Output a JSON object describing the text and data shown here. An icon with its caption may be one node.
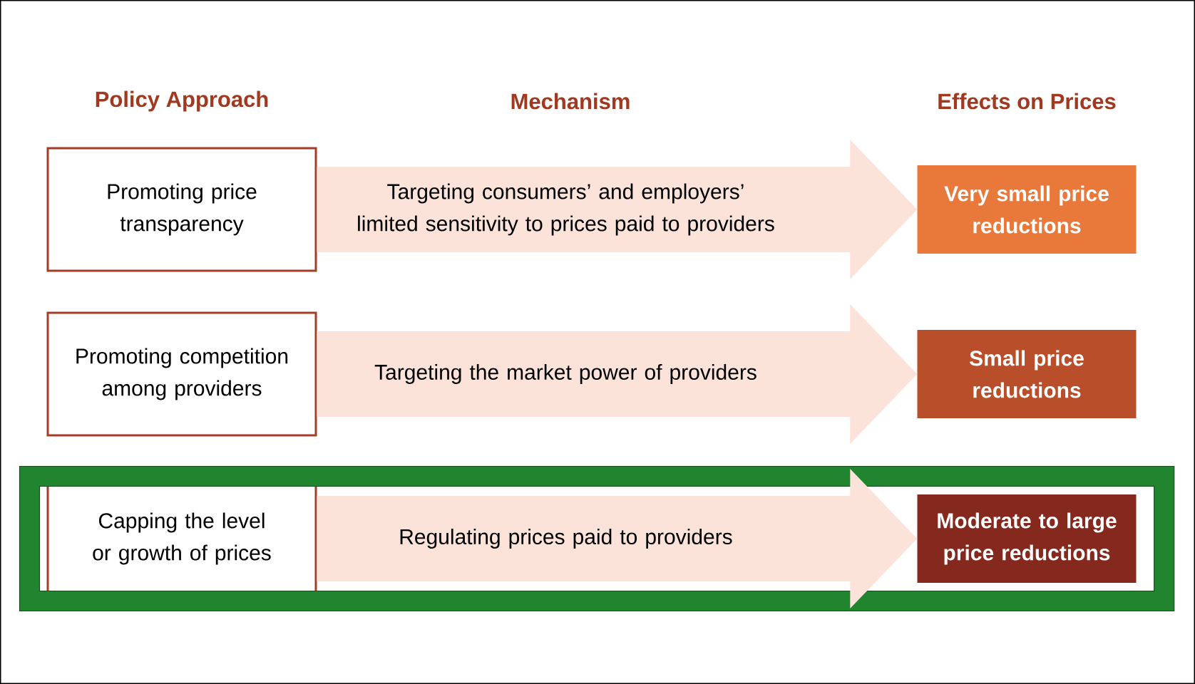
{
  "diagram": {
    "nodes": [
      {
        "text": [
          "Promoting price transparency"
        ]
      },
      {
        "text": [
          "Very small price reductions"
        ]
      },
      {
        "text": [
          "Promoting competition among providers"
        ]
      },
      {
        "text": [
          "Small price reductions"
        ]
      },
      {
        "text": [],
        "shape": "box"
      },
      {
        "text": [
          "Capping the level or growth of prices"
        ],
        "in": 4
      },
      {
        "text": [
          "Moderate to large price reductions"
        ],
        "in": 4
      }
    ],
    "edges": [
      {
        "from": 0,
        "to": 1,
        "arrow": "to",
        "label": "Targeting consumers’ and employers’ limited sensitivity to prices paid to providers"
      },
      {
        "from": 2,
        "to": 3,
        "arrow": "to",
        "label": "Targeting the market power of providers"
      },
      {
        "from": 5,
        "to": 6,
        "arrow": "to",
        "label": "Regulating prices paid to providers"
      }
    ],
    "labels": [
      "Policy Approach",
      "Mechanism",
      "Effects on Prices"
    ]
  }
}
